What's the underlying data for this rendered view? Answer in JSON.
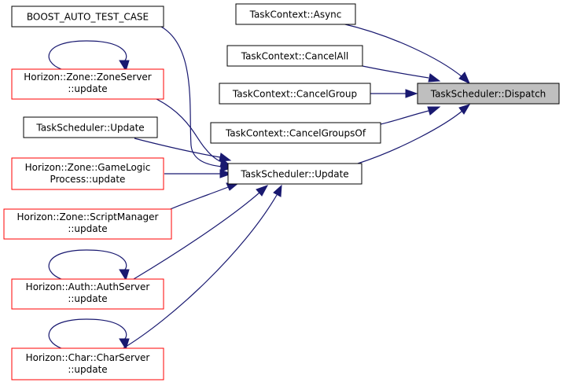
{
  "graph": {
    "colors": {
      "edge": "#191970",
      "node_border_default": "#000000",
      "node_border_red": "#ff0000",
      "node_fill_default": "#ffffff",
      "node_fill_focus": "#bfbfbf"
    },
    "nodes": {
      "boost_auto_test_case": {
        "lines": [
          "BOOST_AUTO_TEST_CASE"
        ]
      },
      "zone_server_update": {
        "lines": [
          "Horizon::Zone::ZoneServer",
          "::update"
        ]
      },
      "task_scheduler_update_left": {
        "lines": [
          "TaskScheduler::Update"
        ]
      },
      "game_logic_process_update": {
        "lines": [
          "Horizon::Zone::GameLogic",
          "Process::update"
        ]
      },
      "script_manager_update": {
        "lines": [
          "Horizon::Zone::ScriptManager",
          "::update"
        ]
      },
      "auth_server_update": {
        "lines": [
          "Horizon::Auth::AuthServer",
          "::update"
        ]
      },
      "char_server_update": {
        "lines": [
          "Horizon::Char::CharServer",
          "::update"
        ]
      },
      "task_scheduler_update_center": {
        "lines": [
          "TaskScheduler::Update"
        ]
      },
      "task_context_async": {
        "lines": [
          "TaskContext::Async"
        ]
      },
      "task_context_cancel_all": {
        "lines": [
          "TaskContext::CancelAll"
        ]
      },
      "task_context_cancel_group": {
        "lines": [
          "TaskContext::CancelGroup"
        ]
      },
      "task_context_cancel_groups_of": {
        "lines": [
          "TaskContext::CancelGroupsOf"
        ]
      },
      "task_scheduler_dispatch": {
        "lines": [
          "TaskScheduler::Dispatch"
        ]
      }
    },
    "edges": [
      {
        "from": "boost_auto_test_case",
        "to": "task_scheduler_update_center"
      },
      {
        "from": "zone_server_update",
        "to": "zone_server_update"
      },
      {
        "from": "zone_server_update",
        "to": "task_scheduler_update_center"
      },
      {
        "from": "task_scheduler_update_left",
        "to": "task_scheduler_update_center"
      },
      {
        "from": "game_logic_process_update",
        "to": "task_scheduler_update_center"
      },
      {
        "from": "script_manager_update",
        "to": "task_scheduler_update_center"
      },
      {
        "from": "auth_server_update",
        "to": "auth_server_update"
      },
      {
        "from": "auth_server_update",
        "to": "task_scheduler_update_center"
      },
      {
        "from": "char_server_update",
        "to": "char_server_update"
      },
      {
        "from": "char_server_update",
        "to": "task_scheduler_update_center"
      },
      {
        "from": "task_context_async",
        "to": "task_scheduler_dispatch"
      },
      {
        "from": "task_context_cancel_all",
        "to": "task_scheduler_dispatch"
      },
      {
        "from": "task_context_cancel_group",
        "to": "task_scheduler_dispatch"
      },
      {
        "from": "task_context_cancel_groups_of",
        "to": "task_scheduler_dispatch"
      },
      {
        "from": "task_scheduler_update_center",
        "to": "task_scheduler_dispatch"
      }
    ]
  }
}
